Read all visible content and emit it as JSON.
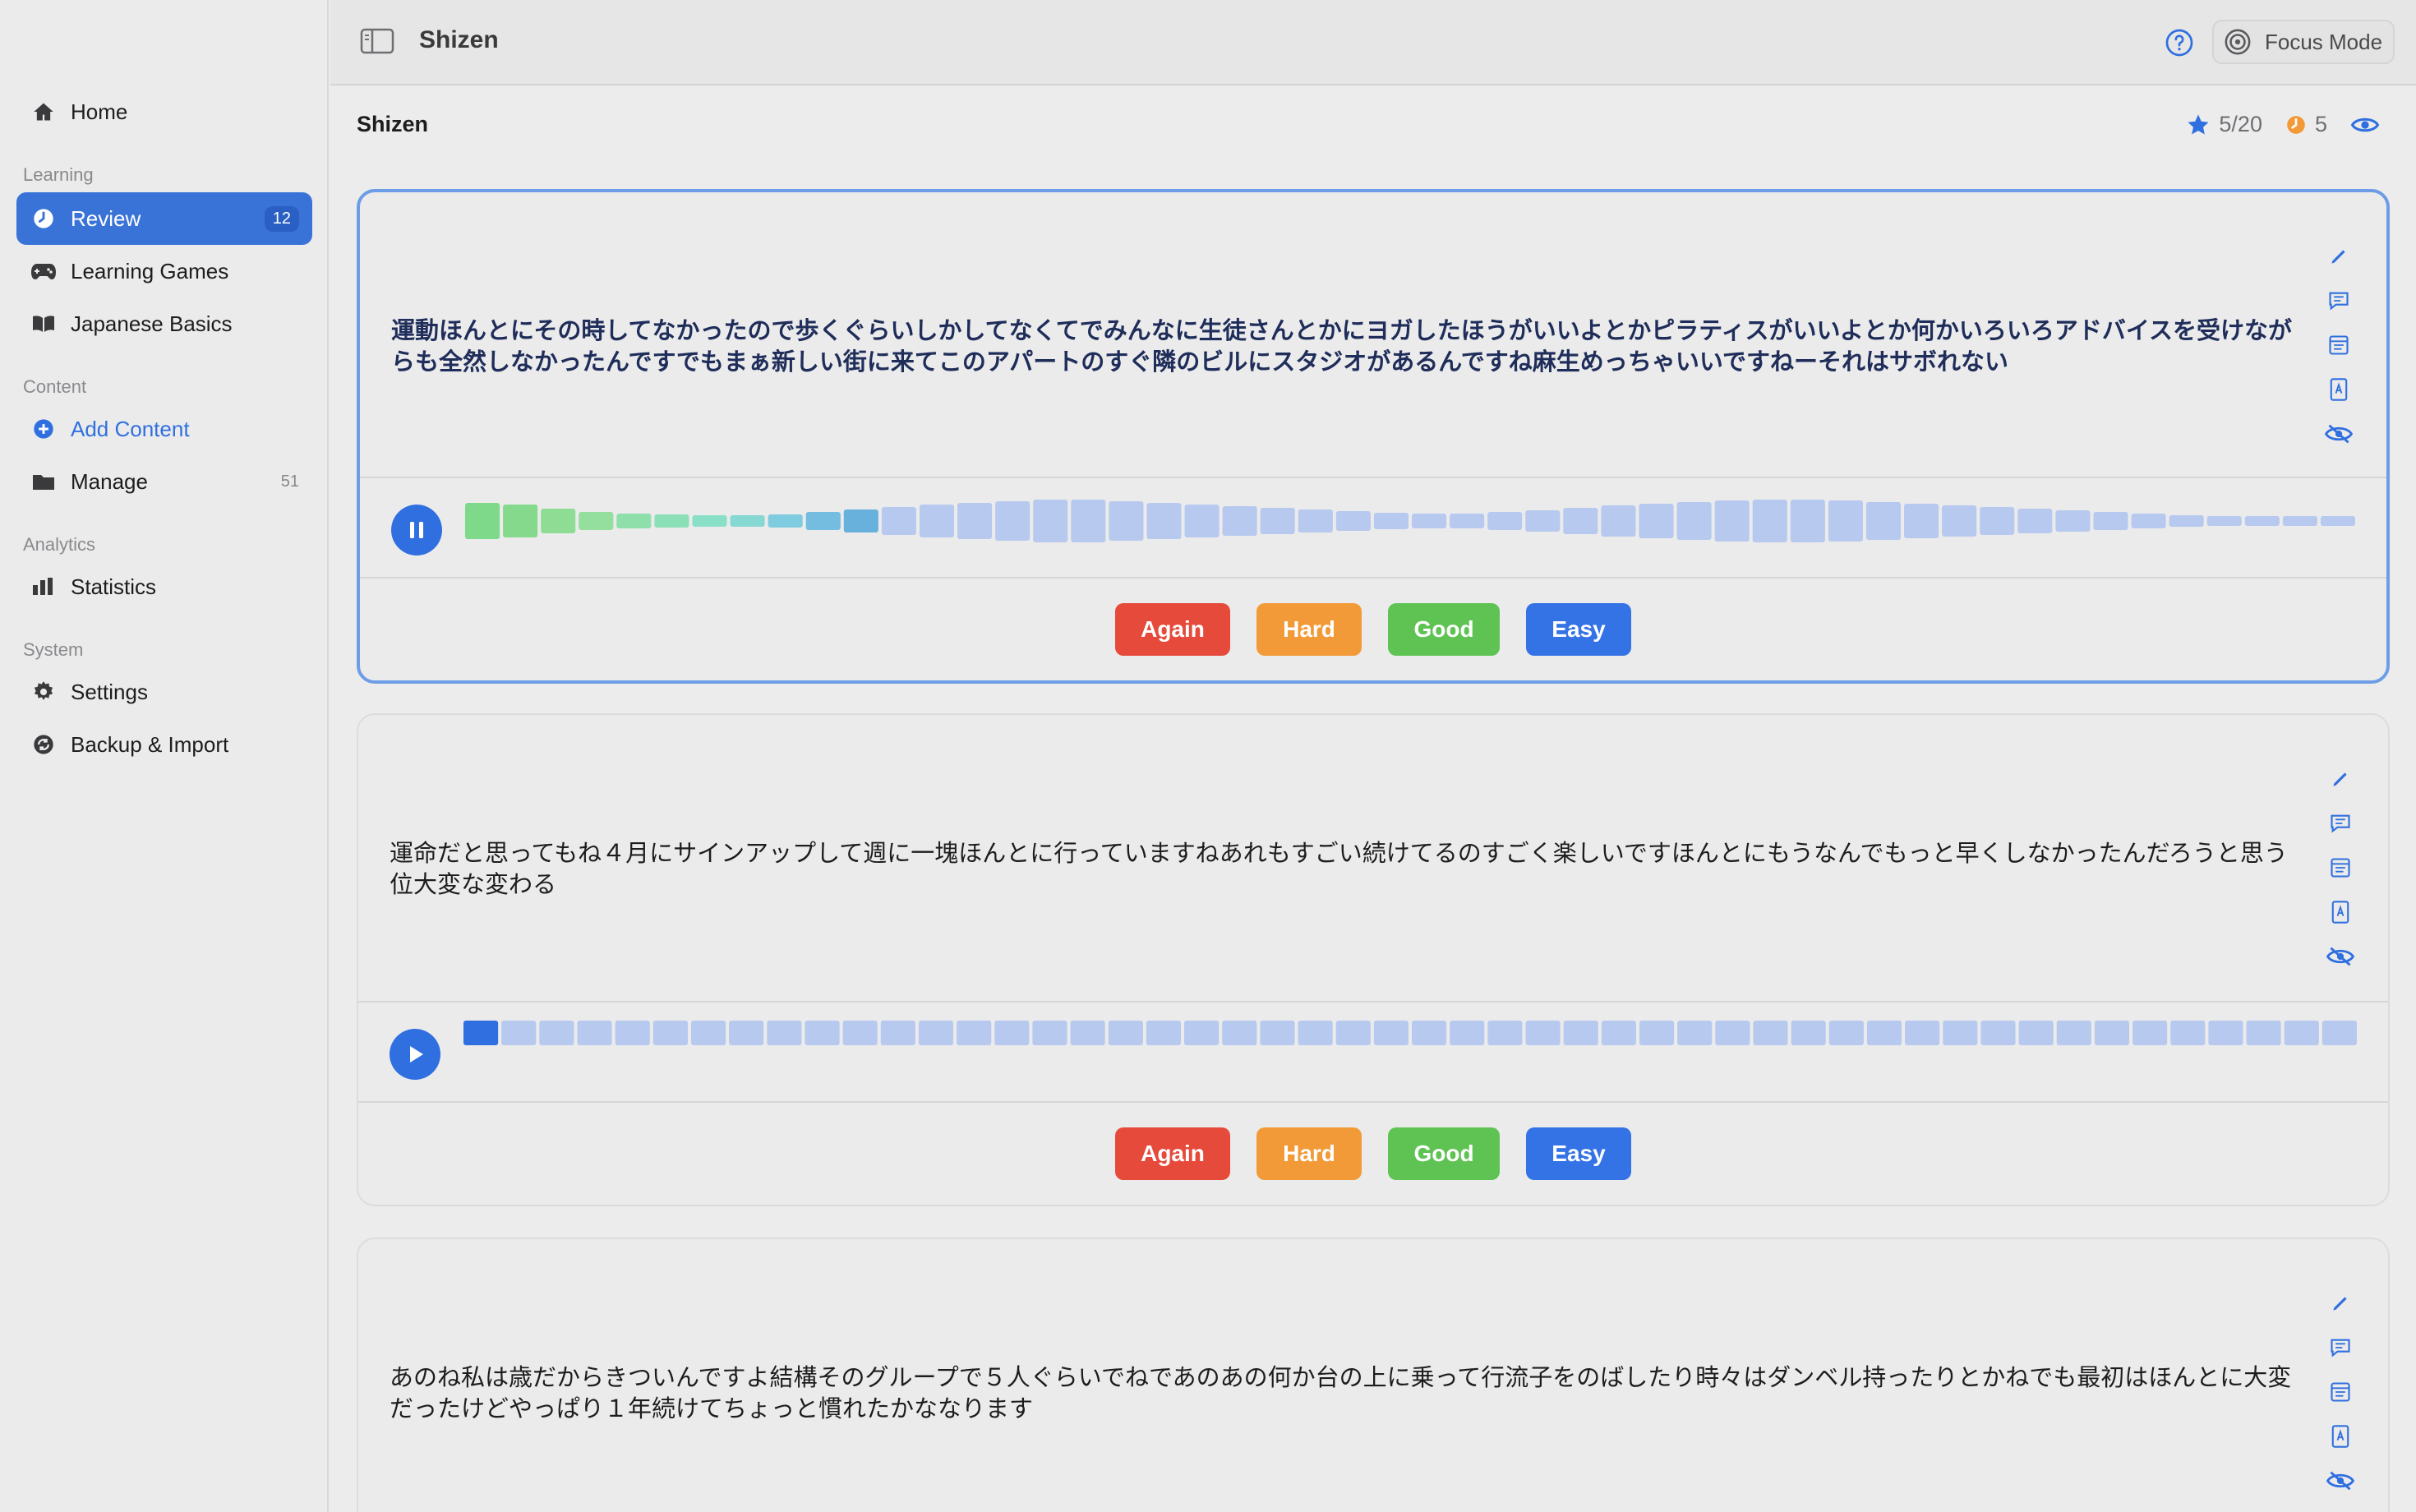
{
  "sidebar": {
    "home": "Home",
    "sections": {
      "learning": "Learning",
      "content": "Content",
      "analytics": "Analytics",
      "system": "System"
    },
    "review": {
      "label": "Review",
      "count": "12"
    },
    "learning_games": "Learning Games",
    "japanese_basics": "Japanese Basics",
    "add_content": "Add Content",
    "manage": {
      "label": "Manage",
      "count": "51"
    },
    "statistics": "Statistics",
    "settings": "Settings",
    "backup_import": "Backup & Import"
  },
  "toolbar": {
    "title": "Shizen",
    "focus_mode": "Focus Mode"
  },
  "header": {
    "deck": "Shizen",
    "progress": "5/20",
    "timer_count": "5"
  },
  "cards": [
    {
      "text": "運動ほんとにその時してなかったので歩くぐらいしかしてなくてでみんなに生徒さんとかにヨガしたほうがいいよとかピラティスがいいよとか何かいろいろアドバイスを受けながらも全然しなかったんですでもまぁ新しい街に来てこのアパートのすぐ隣のビルにスタジオがあるんですね麻生めっちゃいいですねーそれはサボれない",
      "playing": true,
      "progress_segments": 11,
      "buttons": {
        "again": "Again",
        "hard": "Hard",
        "good": "Good",
        "easy": "Easy"
      }
    },
    {
      "text": "運命だと思ってもね４月にサインアップして週に一塊ほんとに行っていますねあれもすごい続けてるのすごく楽しいですほんとにもうなんでもっと早くしなかったんだろうと思う位大変な変わる",
      "playing": false,
      "progress_segments": 1,
      "buttons": {
        "again": "Again",
        "hard": "Hard",
        "good": "Good",
        "easy": "Easy"
      }
    },
    {
      "text": "あのね私は歳だからきついんですよ結構そのグループで５人ぐらいでねであのあの何か台の上に乗って行流子をのばしたり時々はダンベル持ったりとかねでも最初はほんとに大変だったけどやっぱり１年続けてちょっと慣れたかななります"
    }
  ],
  "colors": {
    "accent": "#2f6fe0",
    "again": "#e64a3b",
    "hard": "#f29a37",
    "good": "#5fc354",
    "easy": "#3373e6"
  }
}
